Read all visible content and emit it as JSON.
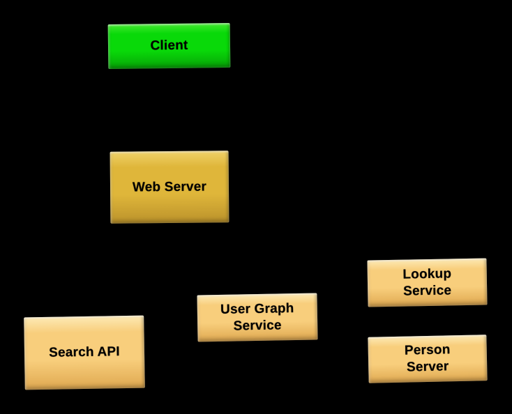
{
  "canvas": {
    "background": "#000000"
  },
  "diagram": {
    "nodes": [
      {
        "id": "client",
        "label": "Client",
        "fill": "#09d909",
        "fill_light": "#45ea30",
        "fill_dark": "#07a307",
        "text_color": "#000000"
      },
      {
        "id": "web-server",
        "label": "Web Server",
        "fill": "#dfb63a",
        "fill_light": "#f0d269",
        "fill_dark": "#bb922b",
        "text_color": "#000000"
      },
      {
        "id": "search-api",
        "label": "Search API",
        "fill": "#f8ce7c",
        "fill_light": "#fdeab5",
        "fill_dark": "#dfa850",
        "text_color": "#000000"
      },
      {
        "id": "user-graph-service",
        "label": "User Graph\nService",
        "fill": "#f8ce7c",
        "fill_light": "#fdeab5",
        "fill_dark": "#dfa850",
        "text_color": "#000000"
      },
      {
        "id": "lookup-service",
        "label": "Lookup\nService",
        "fill": "#f8ce7c",
        "fill_light": "#fdeab5",
        "fill_dark": "#dfa850",
        "text_color": "#000000"
      },
      {
        "id": "person-server",
        "label": "Person\nServer",
        "fill": "#f8ce7c",
        "fill_light": "#fdeab5",
        "fill_dark": "#dfa850",
        "text_color": "#000000"
      }
    ]
  }
}
